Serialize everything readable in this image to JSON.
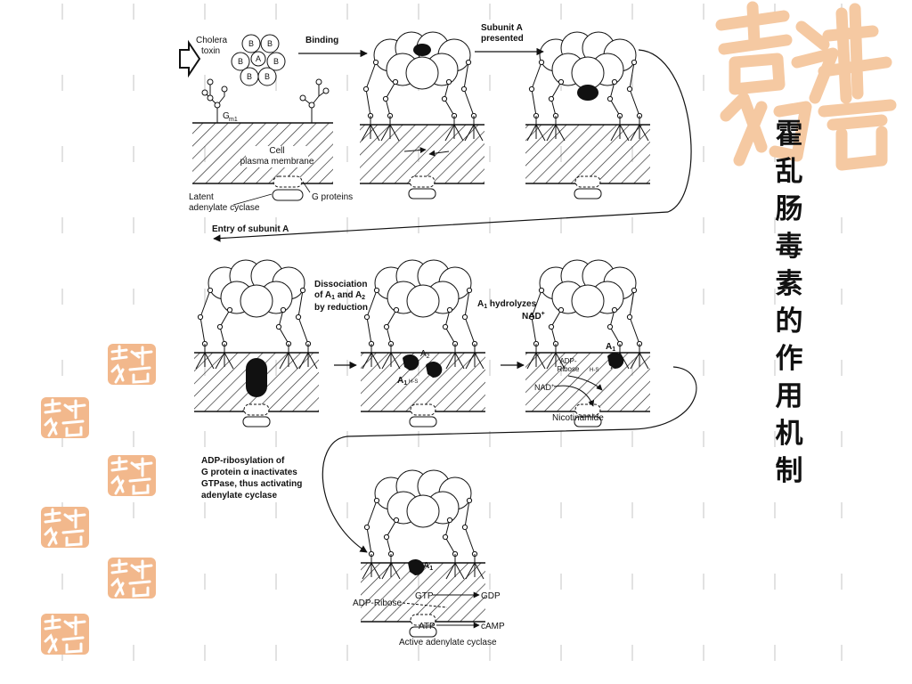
{
  "slide": {
    "title_chars": [
      "霍",
      "乱",
      "肠",
      "毒",
      "素",
      "的",
      "作",
      "用",
      "机",
      "制"
    ],
    "accent_color": "#f5c9a2",
    "seal_color": "#f2b88c"
  },
  "diagram": {
    "toxin": {
      "name_line1": "Cholera",
      "name_line2": "toxin",
      "subunit_b": "B",
      "subunit_a": "A"
    },
    "gm1_label": "G",
    "gm1_sub": "m1",
    "membrane_line1": "Cell",
    "membrane_line2": "plasma membrane",
    "latent_line1": "Latent",
    "latent_line2": "adenylate cyclase",
    "g_proteins": "G proteins",
    "step_binding": "Binding",
    "step_presented_line1": "Subunit A",
    "step_presented_line2": "presented",
    "step_entry": "Entry of subunit A",
    "dissociation_line1": "Dissociation",
    "dissociation_line2": "of A",
    "dissociation_line2b": " and A",
    "dissociation_line3": "by reduction",
    "a1": "A",
    "a2": "A",
    "sub1": "1",
    "sub2": "2",
    "hs": "H-S",
    "hydrolyzes_line1": " hydrolyzes",
    "hydrolyzes_line2": "NAD",
    "plus": "+",
    "adp_ribose_small_line1": "ADP-",
    "adp_ribose_small_line2": "Ribose",
    "nad": "NAD",
    "nicotinamide": "Nicotinamide",
    "ribosylation_line1": "ADP-ribosylation of",
    "ribosylation_line2": "G protein α inactivates",
    "ribosylation_line3": "GTPase, thus activating",
    "ribosylation_line4": "adenylate cyclase",
    "gtp": "GTP",
    "gdp": "GDP",
    "adp_ribose": "ADP-Ribose",
    "atp": "ATP",
    "camp": "cAMP",
    "active_cyclase": "Active adenylate cyclase"
  }
}
